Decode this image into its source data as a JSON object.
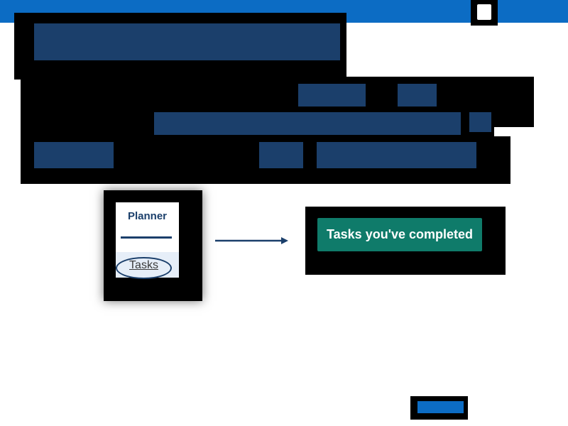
{
  "header": {
    "close_icon": "close-icon"
  },
  "planner_card": {
    "title": "Planner",
    "link": "Tasks"
  },
  "callout": {
    "label": "Tasks you've completed"
  },
  "colors": {
    "brand_blue": "#0c6cc4",
    "navy": "#1b3f6b",
    "accent_green": "#0f7b6a"
  }
}
